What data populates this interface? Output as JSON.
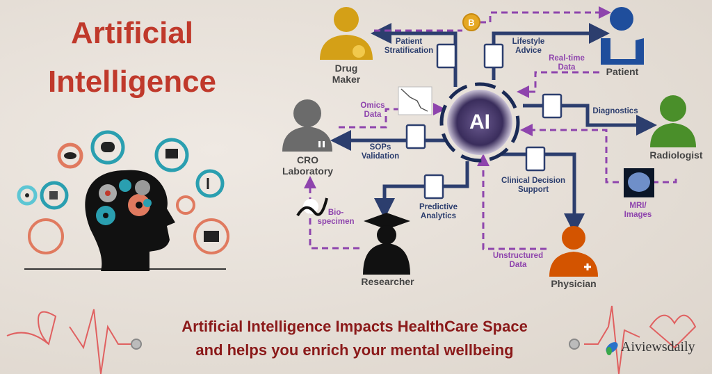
{
  "title": {
    "line1": "Artificial",
    "line2": "Intelligence"
  },
  "hub": {
    "label": "AI"
  },
  "actors": {
    "drug_maker": "Drug Maker",
    "patient": "Patient",
    "cro": "CRO Laboratory",
    "radiologist": "Radiologist",
    "researcher": "Researcher",
    "physician": "Physician"
  },
  "outputs": {
    "patient_stratification": "Patient Stratification",
    "lifestyle_advice": "Lifestyle Advice",
    "diagnostics": "Diagnostics",
    "sops_validation": "SOPs Validation",
    "clinical_decision_support": "Clinical Decision Support",
    "predictive_analytics": "Predictive Analytics"
  },
  "inputs": {
    "real_time_data": "Real-time Data",
    "omics_data": "Omics Data",
    "mri_images": "MRI/ Images",
    "bio_specimen": "Bio- specimen",
    "unstructured_data": "Unstructured Data"
  },
  "footer": {
    "line1": "Artificial Intelligence Impacts HealthCare Space",
    "line2": "and helps you enrich your mental wellbeing"
  },
  "brand": {
    "name": "Aiviewsdaily"
  },
  "colors": {
    "title": "#c0392b",
    "footer": "#8b1a1a",
    "flow": "#2c3e6e",
    "input": "#8e44ad",
    "drug_maker": "#d4a017",
    "patient": "#1f4e9c",
    "cro": "#6b6b6b",
    "radiologist": "#4a8f2a",
    "researcher": "#111111",
    "physician": "#d35400"
  }
}
